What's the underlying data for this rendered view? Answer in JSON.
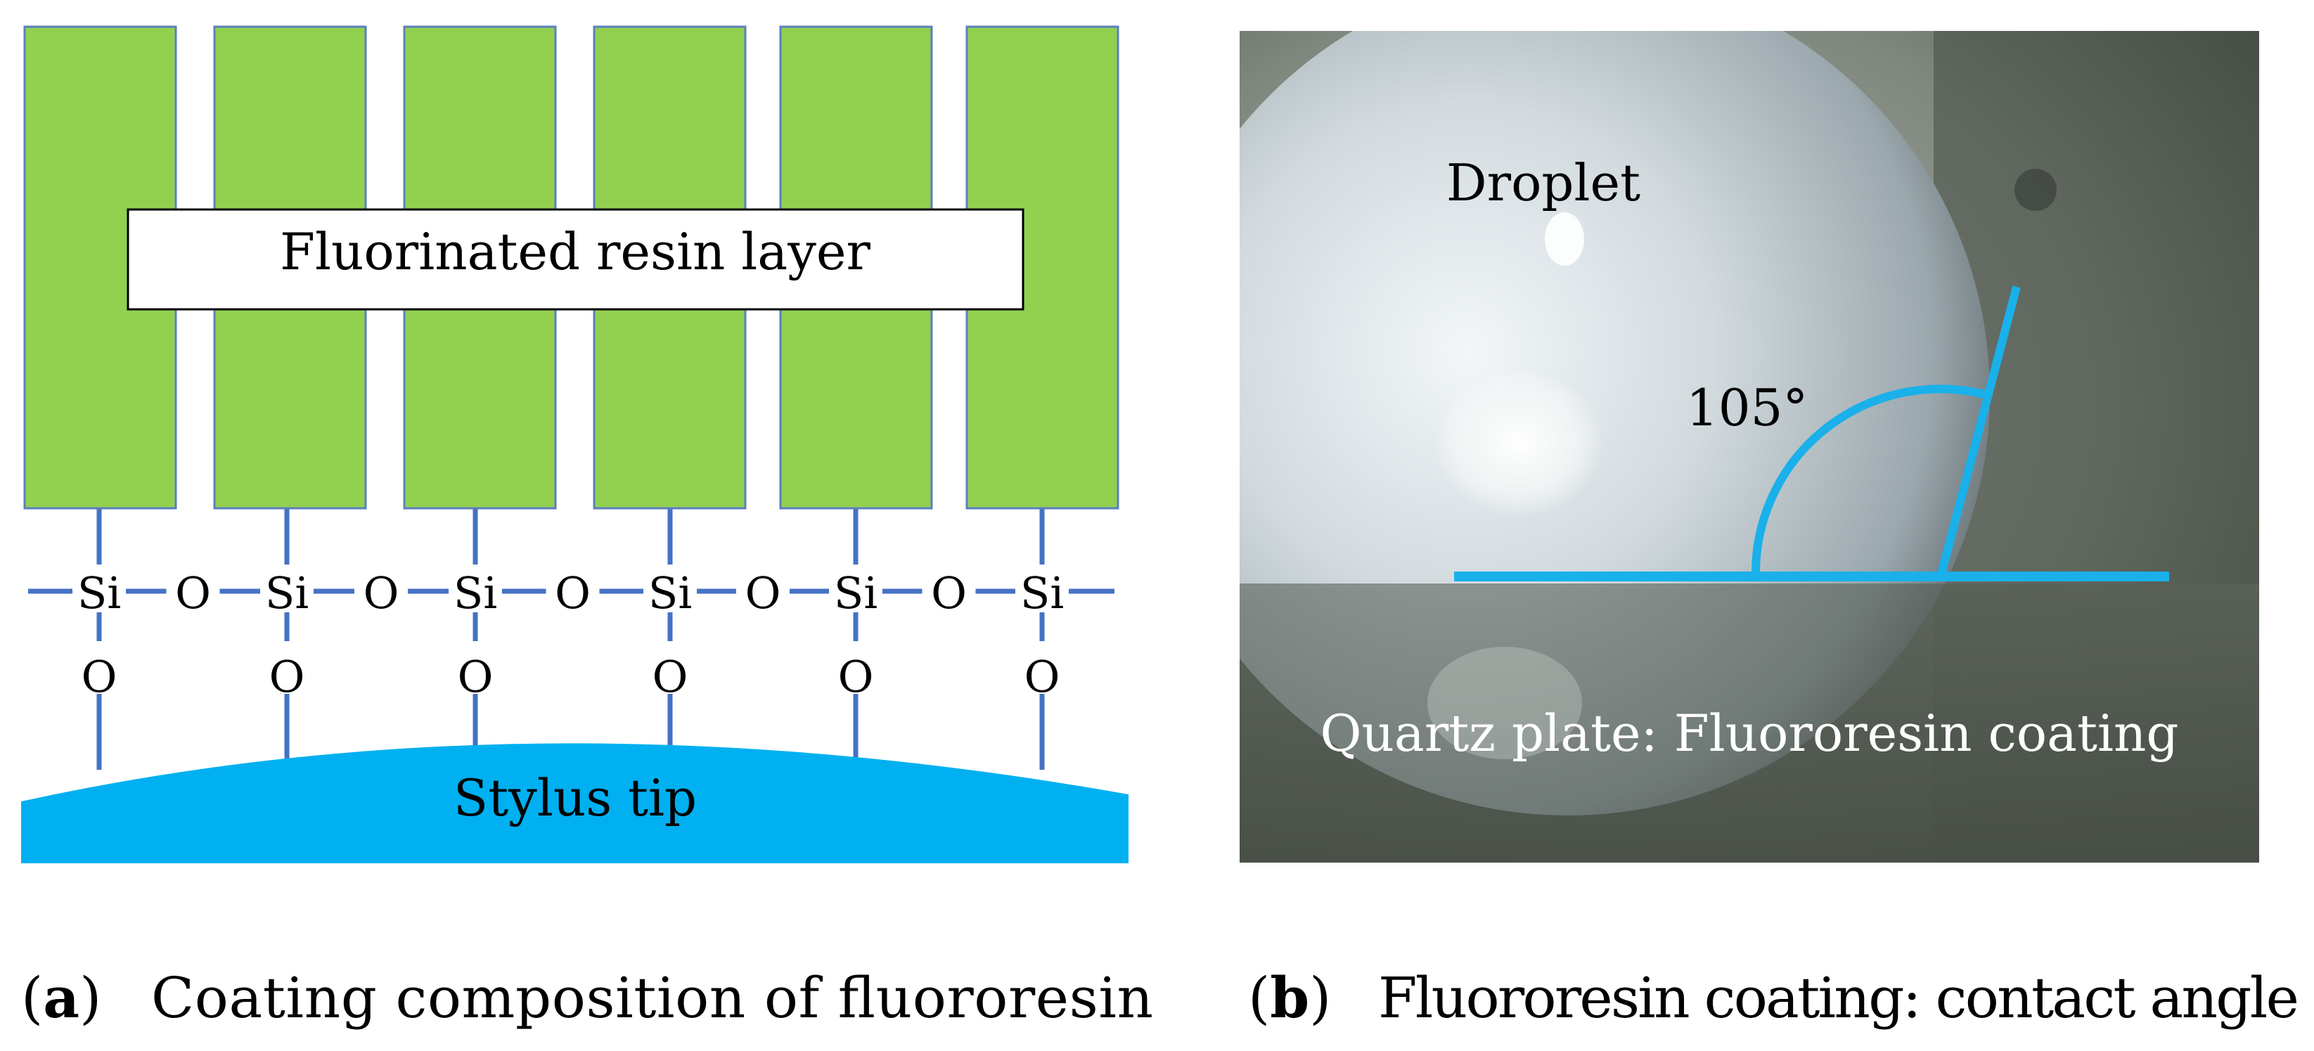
{
  "panel_a": {
    "layer_label": "Fluorinated resin layer",
    "tip_label": "Stylus tip",
    "chain": [
      "Si",
      "O",
      "Si",
      "O",
      "Si",
      "O",
      "Si",
      "O",
      "Si",
      "O",
      "Si"
    ],
    "lower_oxygen": [
      "O",
      "O",
      "O",
      "O",
      "O",
      "O"
    ],
    "colors": {
      "pillar": "#92d050",
      "tip": "#00b0f0",
      "bond": "#4472c4"
    },
    "caption_letter": "a",
    "caption_text": "Coating composition of fluororesin"
  },
  "panel_b": {
    "droplet_label": "Droplet",
    "angle_label": "105°",
    "plate_label": "Quartz plate: Fluororesin coating",
    "colors": {
      "line": "#1ab0ea"
    },
    "caption_letter": "b",
    "caption_text": "Fluororesin coating: contact angle"
  }
}
